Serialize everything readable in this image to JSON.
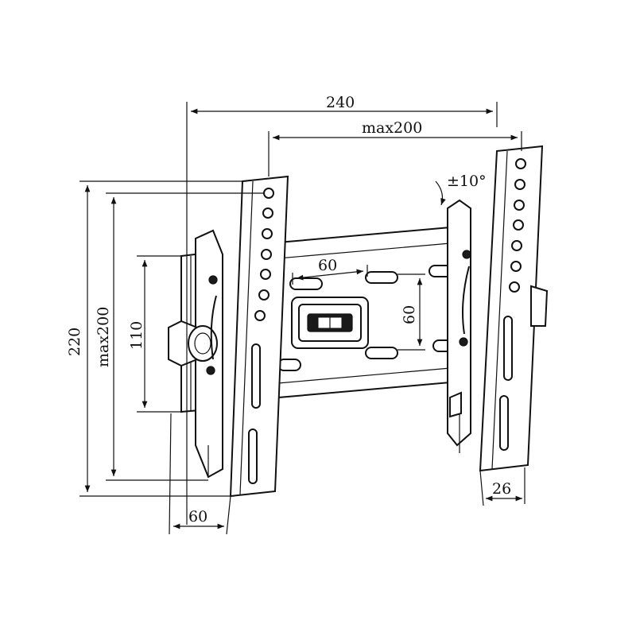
{
  "dimensions": {
    "overall_width": "240",
    "vesa_width_max": "max200",
    "tilt": "±10°",
    "overall_height": "220",
    "vesa_height_max": "max200",
    "plate_height": "110",
    "hole_spacing_horizontal": "60",
    "hole_spacing_vertical": "60",
    "wall_depth": "60",
    "arm_depth": "26"
  },
  "colors": {
    "line": "#111111",
    "background": "#ffffff"
  }
}
